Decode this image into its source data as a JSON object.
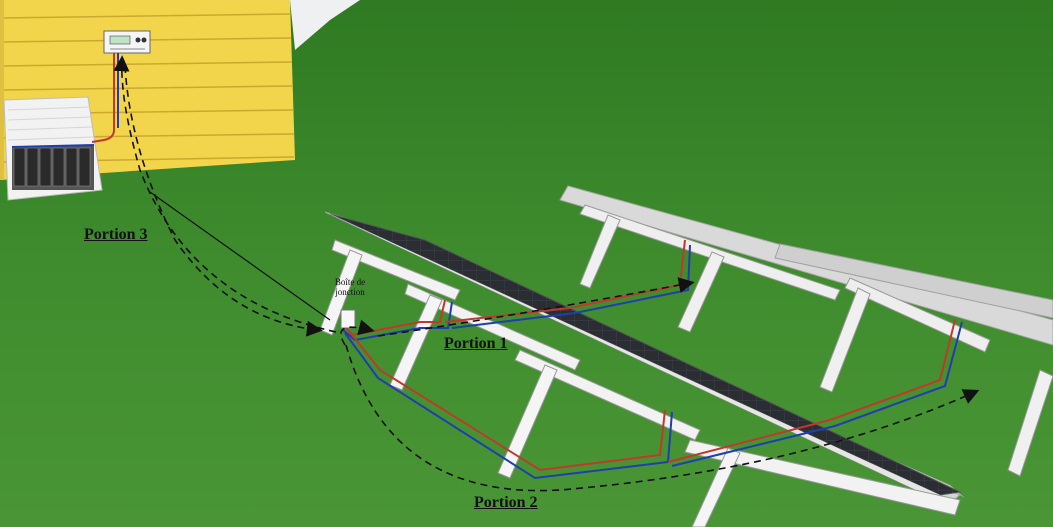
{
  "labels": {
    "portion1": "Portion 1",
    "portion2": "Portion 2",
    "portion3": "Portion 3",
    "junction_line1": "Boîte de",
    "junction_line2": "jonction"
  },
  "colors": {
    "grass": "#3f8a2c",
    "wall": "#f2d54a",
    "frame": "#e8e8e8",
    "panel": "#2a2f35",
    "wire_red": "#c0392b",
    "wire_blue": "#1f3fae"
  }
}
